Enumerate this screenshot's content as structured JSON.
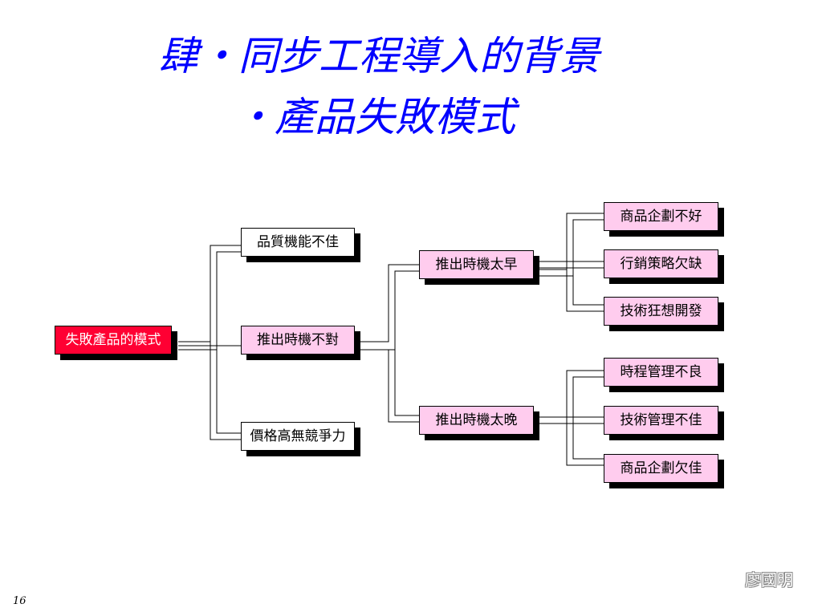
{
  "title": {
    "line1": "肆‧同步工程導入的背景",
    "line2": "‧產品失敗模式"
  },
  "root": {
    "label": "失敗產品的模式",
    "color": "#ff0033"
  },
  "level1": [
    {
      "label": "品質機能不佳"
    },
    {
      "label": "推出時機不對"
    },
    {
      "label": "價格高無競爭力"
    }
  ],
  "level2": [
    {
      "label": "推出時機太早"
    },
    {
      "label": "推出時機太晚"
    }
  ],
  "level3_early": [
    {
      "label": "商品企劃不好"
    },
    {
      "label": "行銷策略欠缺"
    },
    {
      "label": "技術狂想開發"
    }
  ],
  "level3_late": [
    {
      "label": "時程管理不良"
    },
    {
      "label": "技術管理不佳"
    },
    {
      "label": "商品企劃欠佳"
    }
  ],
  "footer": {
    "author": "廖國明",
    "page": "16"
  }
}
